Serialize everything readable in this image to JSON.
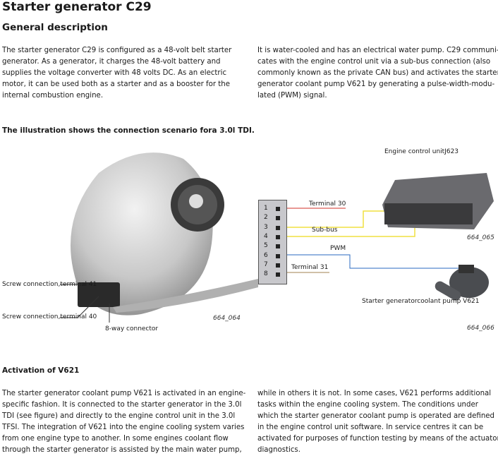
{
  "title": "Starter generator C29",
  "section": "General description",
  "intro_left": [
    "The starter generator C29 is configured as a 48-volt belt starter",
    "generator. As a generator, it charges the 48-volt battery and",
    "supplies the voltage converter with 48 volts DC. As an electric",
    "motor, it can be used both as a starter and as a booster for the",
    "internal combustion engine."
  ],
  "intro_right": [
    "It is water-cooled and has an electrical water pump. C29 communi-",
    "cates with the engine control unit via a sub-bus connection (also",
    "commonly known as the private CAN bus) and activates the starter",
    "generator coolant pump V621 by generating a pulse-width-modu-",
    "lated (PWM) signal."
  ],
  "figure": {
    "caption": [
      "The illustration shows the connection scenario for",
      "a 3.0l TDI."
    ],
    "screw41": [
      "Screw connection,",
      "terminal 41"
    ],
    "screw40": [
      "Screw connection,",
      "terminal 40"
    ],
    "connector": "8-way connector",
    "fig1": "664_064",
    "pins": [
      "1",
      "2",
      "3",
      "4",
      "5",
      "6",
      "7",
      "8"
    ],
    "terminal30": "Terminal 30",
    "subbus": "Sub-bus",
    "pwm": "PWM",
    "terminal31": "Terminal 31",
    "ecu": [
      "Engine control unit",
      "J623"
    ],
    "fig2": "664_065",
    "pump": [
      "Starter generator",
      "coolant pump V621"
    ],
    "fig3": "664_066",
    "colors": {
      "terminal30": "#d0302a",
      "subbus": "#f0e040",
      "pwm": "#2a6ac0",
      "terminal31": "#a08050"
    }
  },
  "activation": {
    "heading": "Activation of V621",
    "left": [
      "The starter generator coolant pump V621 is activated in an engine-",
      "specific fashion. It is connected to the starter generator in the 3.0l",
      "TDI (see figure) and directly to the engine control unit in the 3.0l",
      "TFSI. The integration of V621 into the engine cooling system varies",
      "from one engine type to another. In some engines coolant flow",
      "through the starter generator is assisted by the main water pump,"
    ],
    "right": [
      "while in others it is not. In some cases, V621 performs additional",
      "tasks within the engine cooling system. The conditions under",
      "which the starter generator coolant pump is operated are defined",
      "in the engine control unit software. In service centres it can be",
      "activated for purposes of function testing by means of the actuator",
      "diagnostics."
    ]
  }
}
